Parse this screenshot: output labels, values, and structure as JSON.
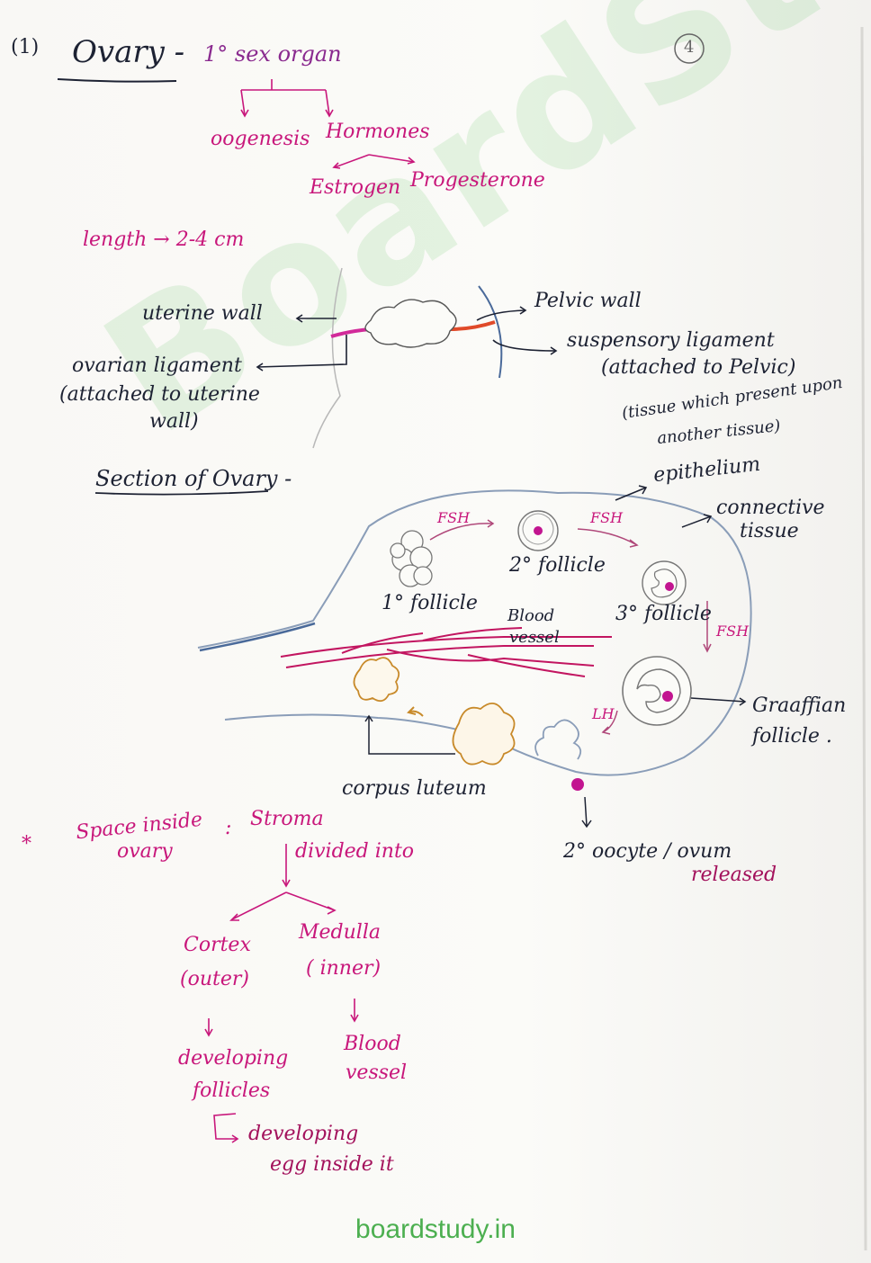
{
  "header": {
    "number": "(1)",
    "title": "Ovary -",
    "subtitle": "1° sex organ",
    "page_no": "4"
  },
  "functions": {
    "left": "oogenesis",
    "right": "Hormones",
    "hormone_1": "Estrogen",
    "hormone_2": "Progesterone"
  },
  "length_note": "length → 2-4 cm",
  "position_diagram": {
    "uterine_wall": "uterine wall",
    "pelvic_wall": "Pelvic wall",
    "ovarian_ligament": "ovarian ligament",
    "ovarian_ligament_note_1": "(attached to uterine",
    "ovarian_ligament_note_2": "wall)",
    "suspensory_ligament": "suspensory ligament",
    "suspensory_note": "(attached to Pelvic)"
  },
  "section": {
    "heading": "Section of Ovary -",
    "tissue_note_1": "(tissue which present upon",
    "tissue_note_2": "another tissue)",
    "epithelium": "epithelium",
    "connective_1": "connective",
    "connective_2": "tissue",
    "fsh_1": "FSH",
    "fsh_2": "FSH",
    "fsh_3": "FSH",
    "lh": "LH",
    "primary_follicle": "1° follicle",
    "secondary_follicle": "2° follicle",
    "tertiary_follicle": "3° follicle",
    "blood_vessel_1": "Blood",
    "blood_vessel_2": "vessel",
    "graafian_1": "Graaffian",
    "graafian_2": "follicle .",
    "corpus_luteum": "corpus luteum",
    "oocyte": "2° oocyte / ovum",
    "released": "released"
  },
  "stroma": {
    "star": "*",
    "space_1": "Space inside",
    "space_2": "ovary",
    "colon": ":",
    "stroma": "Stroma",
    "divided": "divided into",
    "cortex": "Cortex",
    "cortex_note": "(outer)",
    "medulla": "Medulla",
    "medulla_note": "( inner)",
    "developing_1": "developing",
    "developing_2": "follicles",
    "blood_1": "Blood",
    "blood_2": "vessel",
    "egg_1": "developing",
    "egg_2": "egg inside it"
  },
  "watermark": "BoardStudy",
  "footer": "boardstudy.in"
}
